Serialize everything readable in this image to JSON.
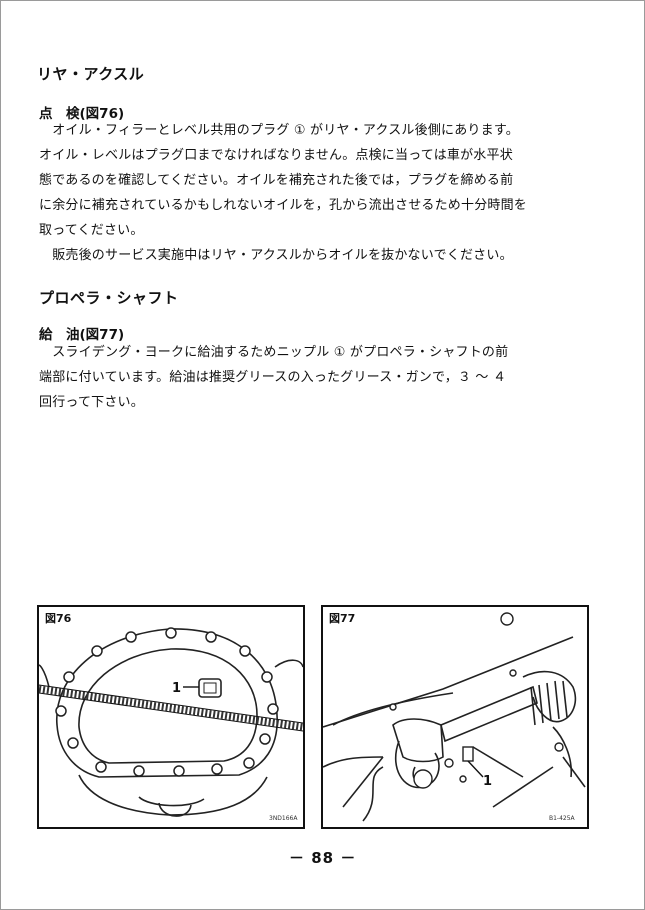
{
  "section1": {
    "title": "リヤ・アクスル",
    "subheading": "点　検(図76)",
    "lines": [
      "　オイル・フィラーとレベル共用のプラグ ① がリヤ・アクスル後側にあります。",
      "オイル・レベルはプラグ口までなければなりません。点検に当っては車が水平状",
      "態であるのを確認してください。オイルを補充された後では，プラグを締める前",
      "に余分に補充されているかもしれないオイルを，孔から流出させるため十分時間を",
      "取ってください。",
      "　販売後のサービス実施中はリヤ・アクスルからオイルを抜かないでください。"
    ]
  },
  "section2": {
    "title": "プロペラ・シャフト",
    "subheading": "給　油(図77)",
    "lines": [
      "　スライデング・ヨークに給油するためニップル ① がプロペラ・シャフトの前",
      "端部に付いています。給油は推奨グリースの入ったグリース・ガンで，３ ～ ４",
      "回行って下さい。"
    ]
  },
  "figures": {
    "fig76": {
      "label": "図76",
      "callout": "1",
      "code": "3ND166A"
    },
    "fig77": {
      "label": "図77",
      "callout": "1",
      "code": "B1-425A"
    }
  },
  "page_number": "－ 88 －"
}
